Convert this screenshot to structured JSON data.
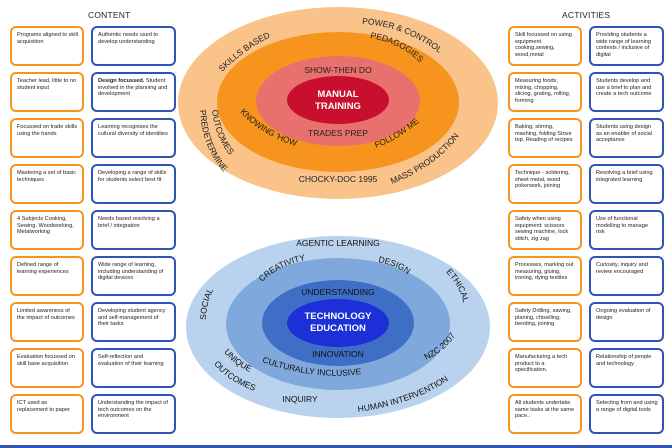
{
  "headings": {
    "content": "CONTENT",
    "activities": "ACTIVITIES"
  },
  "content": {
    "past": [
      "Programs aligned to skill acquisition",
      "Teacher lead, little to no student input",
      "Focussed on trade skills using the hands",
      "Mastering a set of basic techniques",
      "4 Subjects Cooking, Sewing, Woodworking, Metalworking",
      "Defined range of learning experiences",
      "Limited awareness of the impact of outcomes",
      "Evaluation focussed on skill base acquisition",
      "ICT used as replacement to paper"
    ],
    "present": [
      "Authentic needs used to develop understanding",
      "Design focussed. Student involved in the planning and development",
      "Learning recognises the cultural diversity of identities",
      "Developing a range of skills for students select best fit",
      "Needs based resolving a brief / integration",
      "Wide range of learning, including understanding of digital devices",
      "Developing student agency and self-management of their tasks",
      "Self-reflection and evaluation of their learning",
      "Understanding the impact of tech outcomes on the environment"
    ],
    "present_bold_prefix": "Design focussed."
  },
  "activities": {
    "past": [
      "Skill focussed on using equipment cooking,sewing, wood,metal",
      "Measuring foods, mixing, chopping, slicing, grating, rolling, forming",
      "Baking, stirring, mashing, folding Stove top. Reading of recipes",
      "Technique - soldering, sheet metal, wood pokerwork, joining",
      "Safety when using equipment: scissors sewing machine, lock stitch, zig zag",
      "Processes, marking out measuring, gluing, ironing, dying textiles",
      "Safety Drilling, sawing, planing, chiselling, bending, joining",
      "Manufacturing a tech product to a specification.",
      "All students undertake same tasks at the same pace.."
    ],
    "present": [
      "Providing students a wide range of learning contexts / inclusive of digital",
      "Students develop and use a brief to plan and create a tech outcome",
      "Students using design as an enabler of social acceptance",
      "Resolving a brief using integrated learning",
      "Use of functional modelling to manage risk",
      "Curiosity, inquiry and review encouraged",
      "Ongoing evaluation of design",
      "Relationship of people and technology",
      "Selecting from and using a range of digital tools"
    ]
  },
  "manual_training": {
    "center_line1": "MANUAL",
    "center_line2": "TRAINING",
    "ring_inner_top": "SHOW-THEN DO",
    "ring_inner_bottom": "TRADES PREP",
    "ring_inner_left": "KNOWING 'HOW'",
    "ring_inner_right": "FOLLOW ME",
    "outer_skills": "SKILLS BASED",
    "outer_power": "POWER & CONTROL",
    "outer_pedagogies": "PEDAGOGIES",
    "outer_predetermined": "PREDETERMINED",
    "outer_outcomes": "OUTCOMES",
    "outer_mass": "MASS PRODUCTION",
    "outer_bottom": "CHOCKY-DOC 1995"
  },
  "technology_education": {
    "center_line1": "TECHNOLOGY",
    "center_line2": "EDUCATION",
    "understanding": "UNDERSTANDING",
    "innovation": "INNOVATION",
    "creativity": "CREATIVITY",
    "design": "DESIGN",
    "culturally_inclusive": "CULTURALLY INCLUSIVE",
    "agentic": "AGENTIC LEARNING",
    "social": "SOCIAL",
    "ethical": "ETHICAL",
    "nzc": "NZC 2007",
    "unique": "UNIQUE",
    "outcomes": "OUTCOMES",
    "inquiry": "INQUIRY",
    "human": "HUMAN INTERVENTION"
  },
  "colors": {
    "orange_border": "#f7941d",
    "blue_border": "#2e54b5",
    "mt_outer": "#f9c38a",
    "mt_mid": "#f7941d",
    "mt_inner": "#e8716d",
    "mt_core": "#c8102e",
    "te_outer": "#b9d2ee",
    "te_mid": "#7fa9dc",
    "te_inner": "#3f6ec6",
    "te_core": "#1d2fd6"
  }
}
